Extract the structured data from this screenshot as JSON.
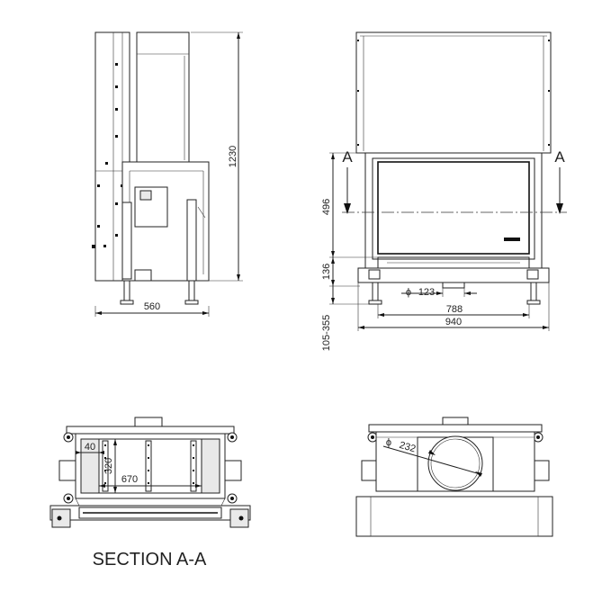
{
  "side_view": {
    "width_label": "560",
    "height_label": "1230"
  },
  "front_view": {
    "section_marker_left": "A",
    "section_marker_right": "A",
    "dim_496": "496",
    "dim_136": "136",
    "dim_flue": "123",
    "diameter_symbol": "ϕ",
    "dim_788": "788",
    "dim_940": "940",
    "dim_feet": "105-355"
  },
  "section_view": {
    "dim_40": "40",
    "dim_320": "320",
    "dim_670": "670",
    "title": "SECTION A-A"
  },
  "top_view": {
    "diameter_symbol": "ϕ",
    "dim_232": "232"
  }
}
